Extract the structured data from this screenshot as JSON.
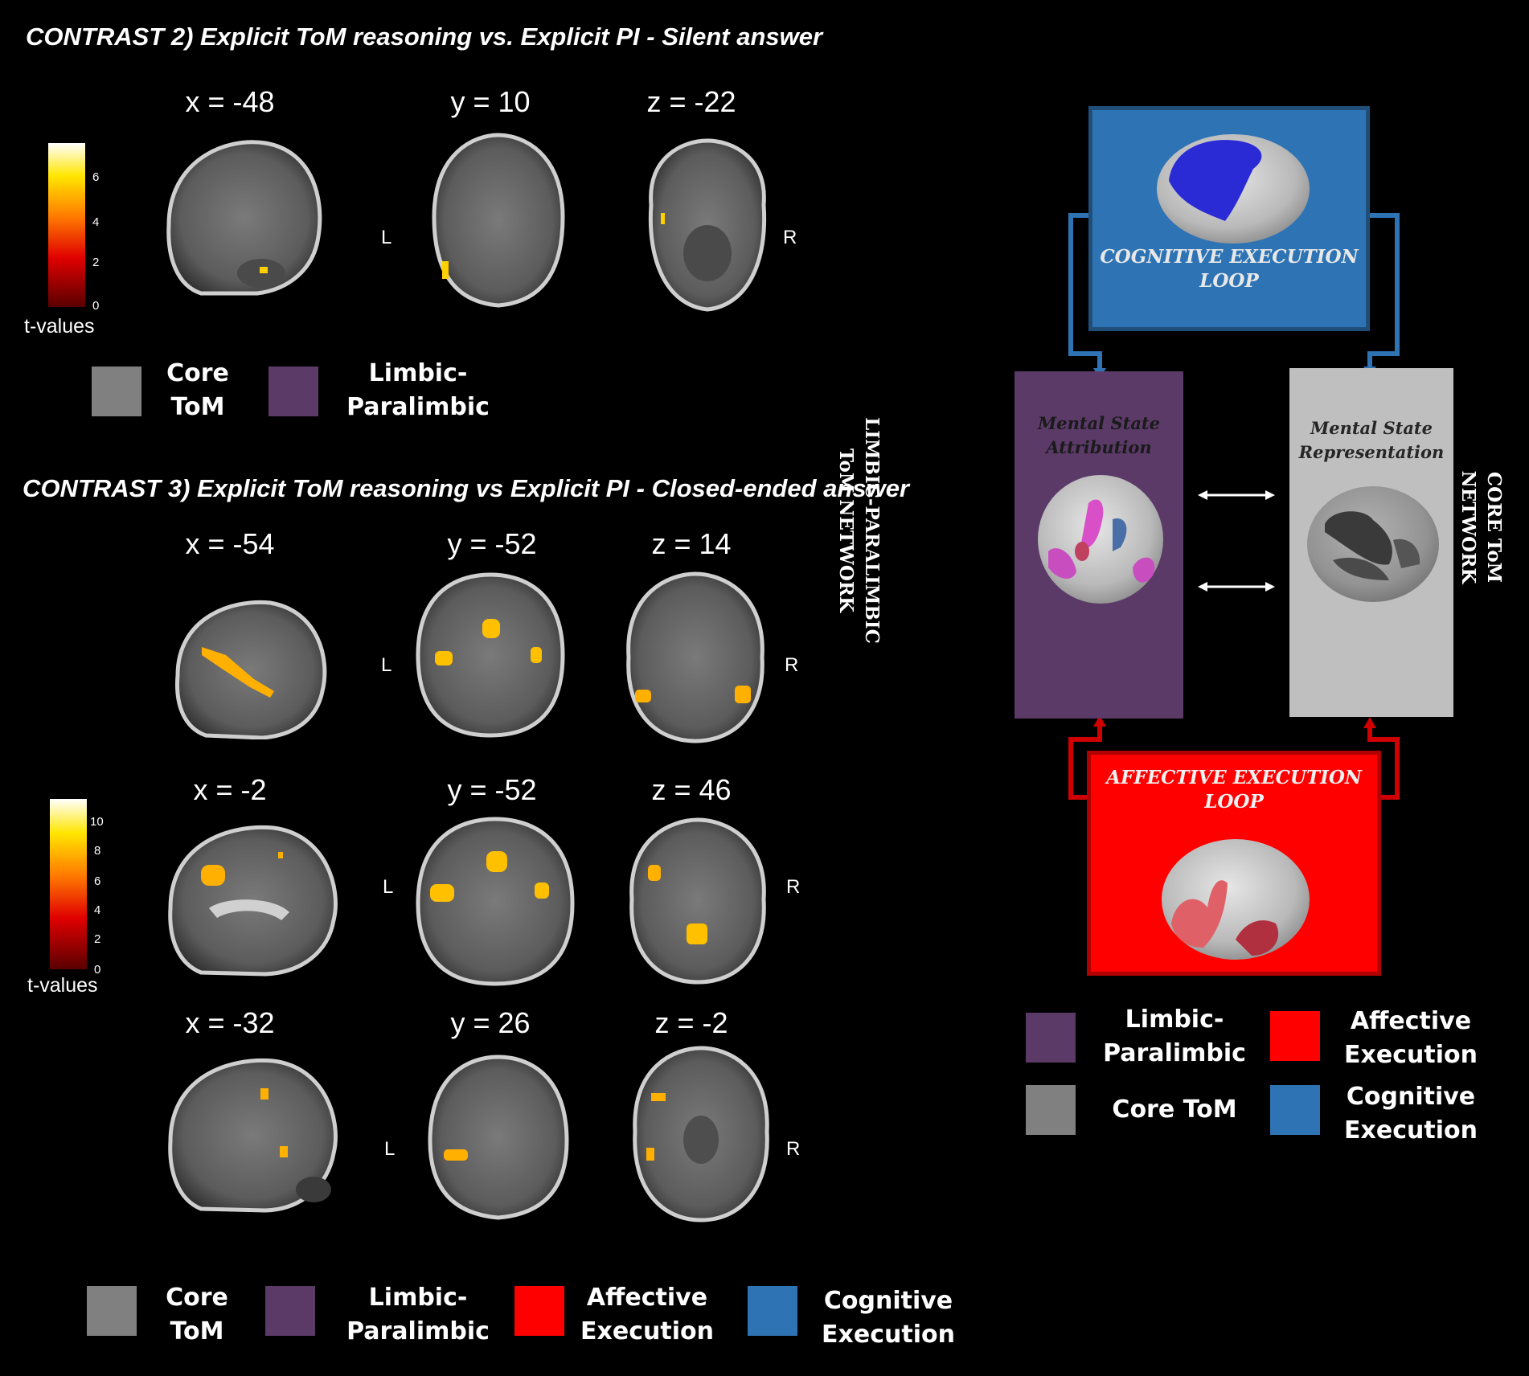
{
  "contrast2": {
    "title": "CONTRAST 2) Explicit ToM reasoning vs. Explicit PI -  Silent answer",
    "coords": [
      "x = -48",
      "y =  10",
      "z = -22"
    ],
    "side_left": "L",
    "side_right": "R",
    "colorbar": {
      "ticks": [
        "6",
        "4",
        "2",
        "0"
      ],
      "label": "t-values"
    },
    "legend": [
      {
        "label_line1": "Core",
        "label_line2": "ToM",
        "color": "#808080"
      },
      {
        "label_line1": "Limbic-",
        "label_line2": "Paralimbic",
        "color": "#5b3a68"
      }
    ]
  },
  "contrast3": {
    "title": "CONTRAST 3) Explicit ToM reasoning vs Explicit PI -  Closed-ended answer",
    "rows": [
      {
        "coords": [
          "x = -54",
          "y =  -52",
          "z = 14"
        ]
      },
      {
        "coords": [
          "x = -2",
          "y =  -52",
          "z = 46"
        ]
      },
      {
        "coords": [
          "x = -32",
          "y =  26",
          "z = -2"
        ]
      }
    ],
    "side_left": "L",
    "side_right": "R",
    "colorbar": {
      "ticks": [
        "10",
        "8",
        "6",
        "4",
        "2",
        "0"
      ],
      "label": "t-values"
    },
    "legend": [
      {
        "label_line1": "Core",
        "label_line2": "ToM",
        "color": "#808080"
      },
      {
        "label_line1": "Limbic-",
        "label_line2": "Paralimbic",
        "color": "#5b3a68"
      },
      {
        "label_line1": "Affective",
        "label_line2": "Execution",
        "color": "#ff0000"
      },
      {
        "label_line1": "Cognitive",
        "label_line2": "Execution",
        "color": "#2e74b5"
      }
    ]
  },
  "diagram": {
    "cognitive_loop": {
      "line1": "COGNITIVE EXECUTION",
      "line2": "LOOP",
      "color": "#2e74b5"
    },
    "affective_loop": {
      "line1": "AFFECTIVE EXECUTION",
      "line2": "LOOP",
      "color": "#ff0000"
    },
    "limbic_box": {
      "line1": "Mental State",
      "line2": "Attribution",
      "color": "#5b3a68"
    },
    "core_box": {
      "line1": "Mental State",
      "line2": "Representation",
      "color": "#bfbfbf"
    },
    "limbic_network_label": {
      "line1": "LIMBIC-PARALIMBIC",
      "line2": "ToM NETWORK"
    },
    "core_network_label": {
      "line1": "CORE ToM",
      "line2": "NETWORK"
    },
    "legend": [
      {
        "label_line1": "Limbic-",
        "label_line2": "Paralimbic",
        "color": "#5b3a68"
      },
      {
        "label_line1": "Affective",
        "label_line2": "Execution",
        "color": "#ff0000"
      },
      {
        "label_line1": "Core ToM",
        "label_line2": "",
        "color": "#808080"
      },
      {
        "label_line1": "Cognitive",
        "label_line2": "Execution",
        "color": "#2e74b5"
      }
    ]
  }
}
